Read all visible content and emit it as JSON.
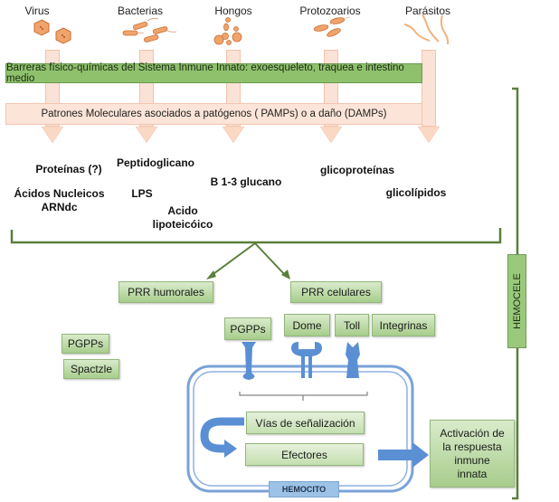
{
  "pathogens": [
    {
      "label": "Virus",
      "icon": "virus-icon"
    },
    {
      "label": "Bacterias",
      "icon": "bacteria-icon"
    },
    {
      "label": "Hongos",
      "icon": "fungi-icon"
    },
    {
      "label": "Protozoarios",
      "icon": "protozoa-icon"
    },
    {
      "label": "Parásitos",
      "icon": "parasite-icon"
    }
  ],
  "barriers": {
    "label": "Barreras físico-químicas del Sistema Inmune Innato: exoesqueleto, traquea e intestino medio"
  },
  "patterns": {
    "label": "Patrones Moleculares asociados a patógenos ( PAMPs)  o a daño (DAMPs)"
  },
  "molecules": {
    "proteinas": "Proteínas (?)",
    "acidos": "Ácidos Nucleicos",
    "arndc": "ARNdc",
    "peptidoglicano": "Peptidoglicano",
    "lps": "LPS",
    "acido": "Acido",
    "lipoteicoico": "lipoteicóico",
    "glucano": "B 1-3 glucano",
    "glicoproteinas": "glicoproteínas",
    "glicolipidos": "glicolípidos"
  },
  "prr": {
    "humorales": "PRR humorales",
    "celulares": "PRR celulares"
  },
  "humoral_items": [
    "PGPPs",
    "Spactzle"
  ],
  "cellular_items": [
    "PGPPs",
    "Dome",
    "Toll",
    "Integrinas"
  ],
  "cell": {
    "signaling": "Vías de señalización",
    "effectors": "Efectores",
    "label": "HEMOCITO"
  },
  "activation": {
    "line1": "Activación  de",
    "line2": "la respuesta",
    "line3": "inmune",
    "line4": "innata"
  },
  "hemocele": "HEMOCELE",
  "colors": {
    "green": "#8fc16d",
    "peach": "#fce4d8",
    "orange": "#f0a46b",
    "blue": "#5b8fd4",
    "bracket": "#5a7f3c"
  }
}
